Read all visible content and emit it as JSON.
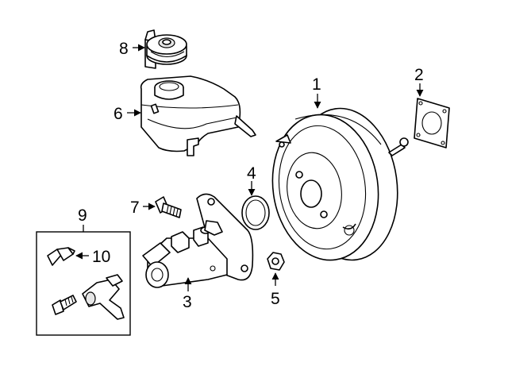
{
  "callouts": [
    {
      "id": "1",
      "label": "1"
    },
    {
      "id": "2",
      "label": "2"
    },
    {
      "id": "3",
      "label": "3"
    },
    {
      "id": "4",
      "label": "4"
    },
    {
      "id": "5",
      "label": "5"
    },
    {
      "id": "6",
      "label": "6"
    },
    {
      "id": "7",
      "label": "7"
    },
    {
      "id": "8",
      "label": "8"
    },
    {
      "id": "9",
      "label": "9"
    },
    {
      "id": "10",
      "label": "10"
    }
  ],
  "colors": {
    "line": "#000000",
    "fill": "#ffffff",
    "shade": "#e6e6e6"
  }
}
